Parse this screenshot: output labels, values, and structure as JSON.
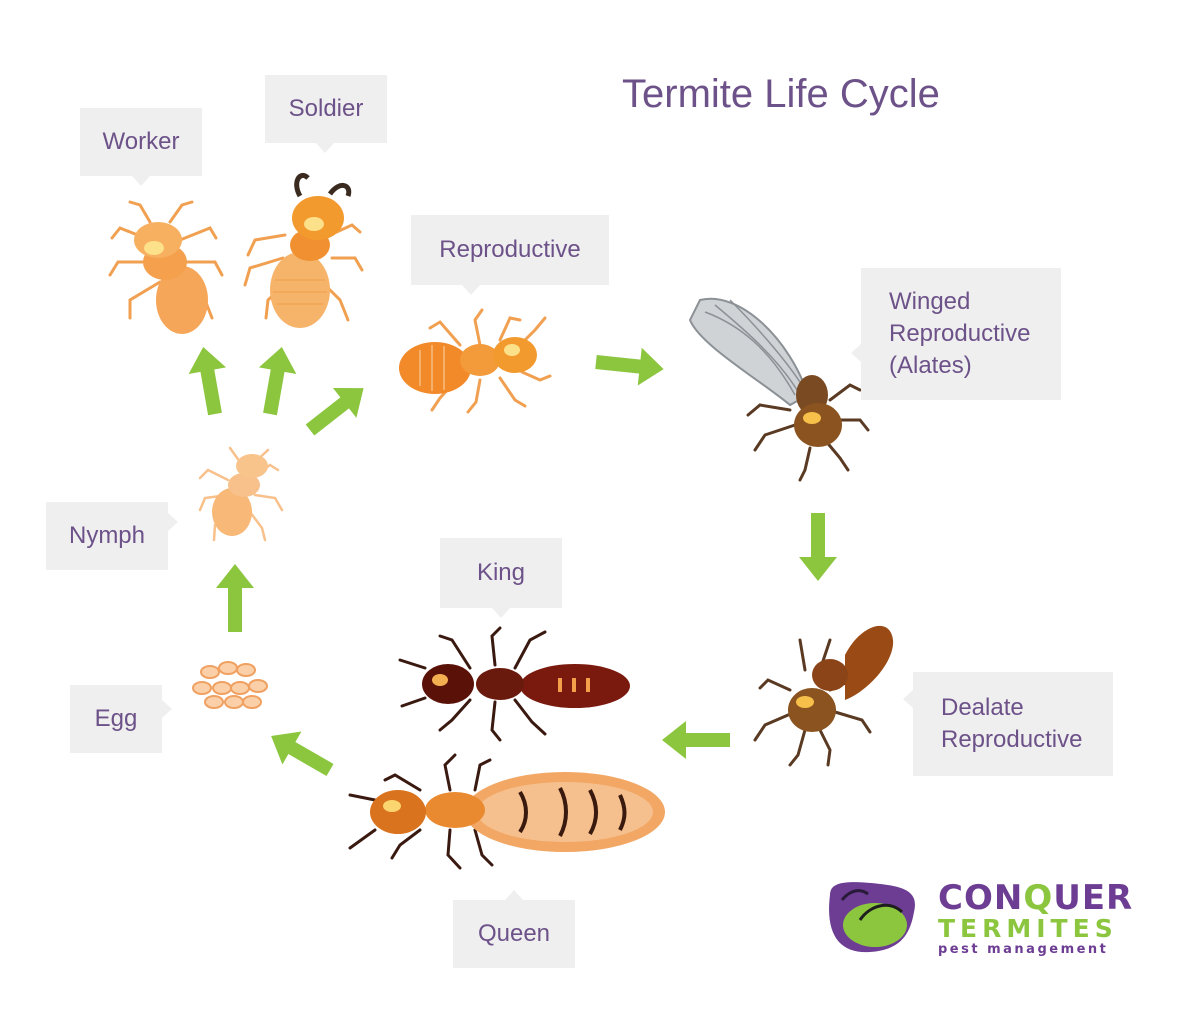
{
  "title": "Termite Life Cycle",
  "stages": {
    "worker": "Worker",
    "soldier": "Soldier",
    "reproductive": "Reproductive",
    "winged": [
      "Winged",
      "Reproductive",
      "(Alates)"
    ],
    "nymph": "Nymph",
    "king": "King",
    "egg": "Egg",
    "dealate": [
      "Dealate",
      "Reproductive"
    ],
    "queen": "Queen"
  },
  "logo": {
    "line1_a": "CON",
    "line1_b": "Q",
    "line1_c": "UER",
    "line2": "TERMITES",
    "line3": "pest management"
  },
  "colors": {
    "arrow": "#8cc63f",
    "label_bg": "#efefef",
    "label_text": "#6d5289",
    "brand_purple": "#6c3d93",
    "brand_green": "#8cc63f"
  }
}
